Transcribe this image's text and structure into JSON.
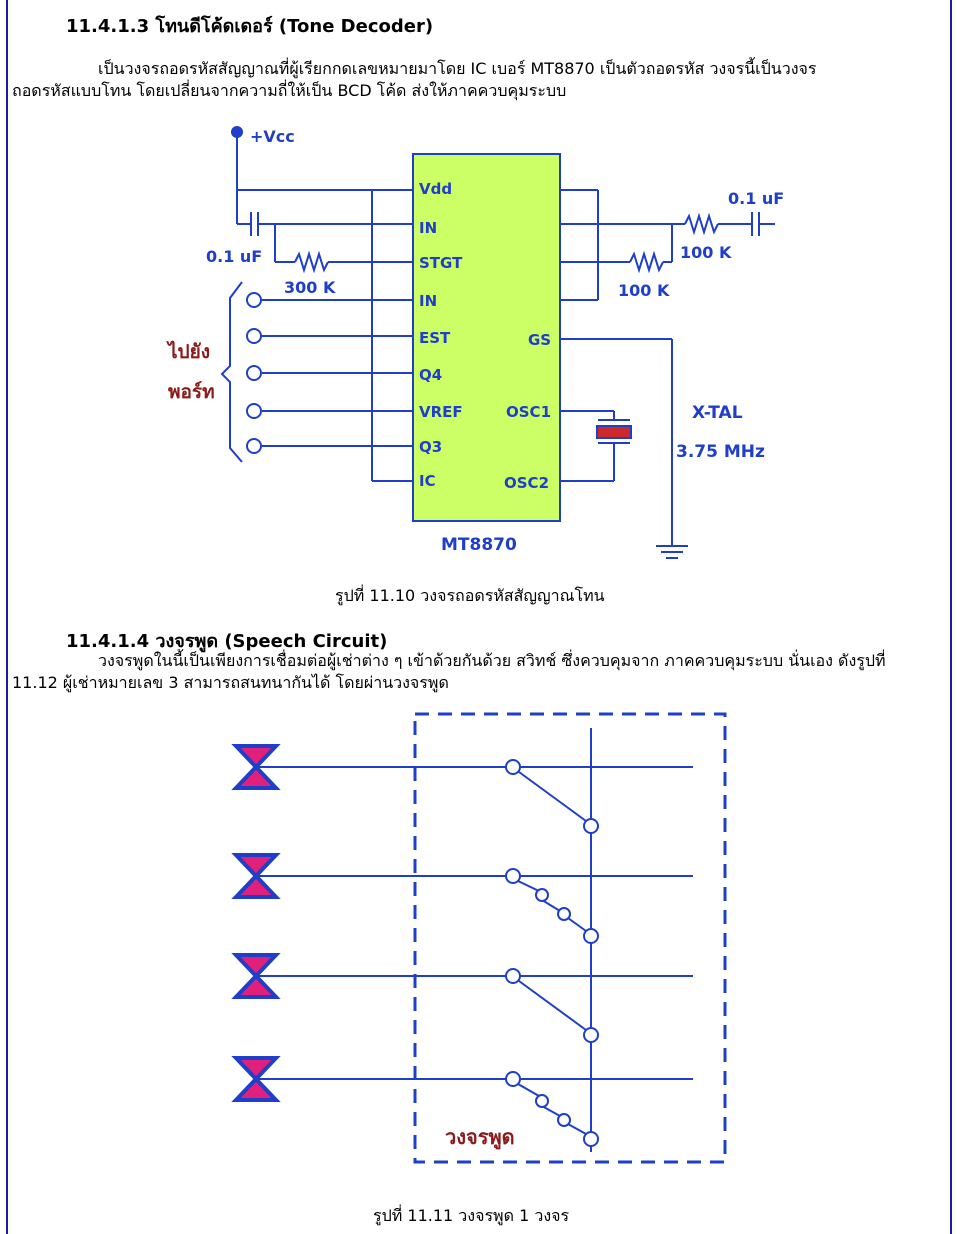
{
  "section1": {
    "heading": "11.4.1.3 โทนดีโค้ดเดอร์ (Tone Decoder)",
    "para_line1": "เป็นวงจรถอดรหัสสัญญาณที่ผู้เรียกกดเลขหมายมาโดย IC เบอร์ MT8870 เป็นตัวถอดรหัส วงจรนี้เป็นวงจร",
    "para_line2": "ถอดรหัสแบบโทน โดยเปลี่ยนจากความถี่ให้เป็น BCD โค้ด ส่งให้ภาคควบคุมระบบ"
  },
  "figure1": {
    "vcc": "+Vcc",
    "ic_name": "MT8870",
    "pins_left": [
      "Vdd",
      "IN",
      "STGT",
      "IN",
      "EST",
      "Q4",
      "VREF",
      "Q3",
      "IC"
    ],
    "pins_right": [
      "GS",
      "OSC1",
      "OSC2"
    ],
    "cap_left": "0.1 uF",
    "cap_right": "0.1 uF",
    "res_left": "300 K",
    "res_right1": "100 K",
    "res_right2": "100 K",
    "port_label_line1": "ไปยัง",
    "port_label_line2": "พอร์ท",
    "xtal_label": "X-TAL",
    "xtal_freq": "3.75 MHz",
    "caption": "รูปที่ 11.10 วงจรถอดรหัสสัญญาณโทน"
  },
  "section2": {
    "heading": "11.4.1.4 วงจรพูด (Speech Circuit)",
    "para_line1": "วงจรพูดในนี้เป็นเพียงการเชื่อมต่อผู้เช่าต่าง ๆ เข้าด้วยกันด้วย สวิทช์ ซึ่งควบคุมจาก ภาคควบคุมระบบ นั่นเอง ดังรูปที่",
    "para_line2": "11.12 ผู้เช่าหมายเลข 3 สามารถสนทนากันได้ โดยผ่านวงจรพูด"
  },
  "figure2": {
    "box_label": "วงจรพูด",
    "caption": "รูปที่ 11.11 วงจรพูด 1 วงจร"
  },
  "colors": {
    "wire": "#1f3fc8",
    "chip": "#ccff66",
    "label_red": "#8b1a1a",
    "border": "#1a1aa8"
  }
}
